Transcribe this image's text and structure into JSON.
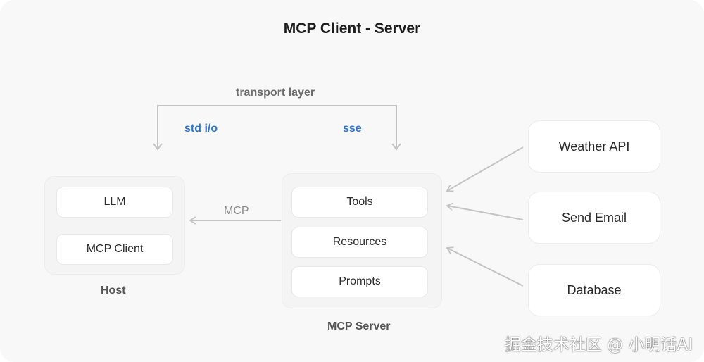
{
  "title": "MCP Client - Server",
  "transport": {
    "label": "transport layer",
    "left_label": "std i/o",
    "right_label": "sse"
  },
  "host": {
    "label": "Host",
    "llm": "LLM",
    "client": "MCP Client"
  },
  "mcp_edge_label": "MCP",
  "server": {
    "label": "MCP Server",
    "items": [
      "Tools",
      "Resources",
      "Prompts"
    ]
  },
  "externals": [
    "Weather API",
    "Send Email",
    "Database"
  ],
  "watermark": "掘金技术社区 @ 小明话AI",
  "colors": {
    "background": "#f8f8f8",
    "arrow": "#c4c4c4",
    "accent_blue": "#2f77d0",
    "title": "#1c1c1c"
  }
}
